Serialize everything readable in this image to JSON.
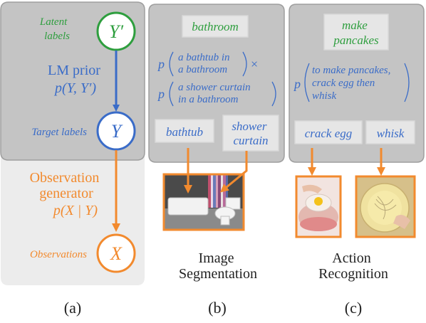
{
  "panel_a": {
    "latent_label": [
      "Latent",
      "labels"
    ],
    "latent_node": "Y′",
    "prior_title": "LM prior",
    "prior_formula": "p(Y, Y′)",
    "target_label": "Target labels",
    "target_node": "Y",
    "generator_title": [
      "Observation",
      "generator"
    ],
    "generator_formula": "p(X | Y)",
    "observations_label": "Observations",
    "observation_node": "X",
    "caption": "(a)"
  },
  "panel_b": {
    "task_label": "bathroom",
    "prob_line1_top": "a bathtub in",
    "prob_line1_bottom": "a bathroom",
    "times": "×",
    "prob_line2_top": "a shower curtain",
    "prob_line2_bottom": "in a bathroom",
    "p_symbol": "p",
    "label_1": "bathtub",
    "label_2": [
      "shower",
      "curtain"
    ],
    "task_name": [
      "Image",
      "Segmentation"
    ],
    "caption": "(b)"
  },
  "panel_c": {
    "task_label": [
      "make",
      "pancakes"
    ],
    "prob_lines": [
      "to make pancakes,",
      "crack egg then",
      "whisk"
    ],
    "p_symbol": "p",
    "label_1": "crack egg",
    "label_2": "whisk",
    "task_name": [
      "Action",
      "Recognition"
    ],
    "caption": "(c)"
  },
  "colors": {
    "green": "#2e9e3e",
    "blue": "#3a6cc8",
    "orange": "#f28a2e",
    "panel_dark": "#c4c4c4",
    "panel_light": "#ececec"
  }
}
